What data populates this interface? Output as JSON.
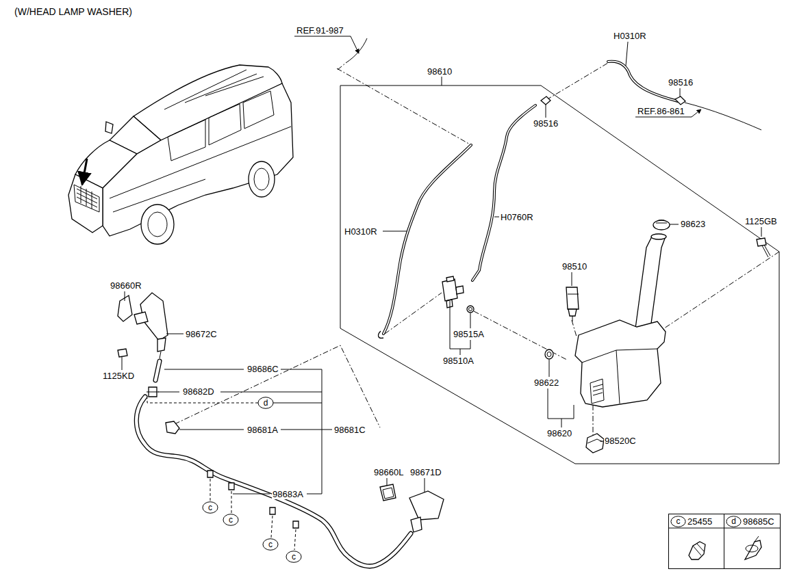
{
  "diagram": {
    "title": "(W/HEAD LAMP WASHER)",
    "nodes": [
      {
        "text": [
          "d"
        ]
      },
      {
        "text": [
          "c"
        ]
      },
      {
        "text": [
          "c"
        ]
      },
      {
        "text": [
          "c"
        ]
      },
      {
        "text": [
          "c"
        ]
      },
      {
        "text": [
          "25455"
        ]
      },
      {
        "text": [
          "c"
        ],
        "in": 5
      },
      {
        "text": [
          "98685C"
        ]
      },
      {
        "text": [
          "d"
        ],
        "in": 7
      }
    ],
    "labels": [
      "REF.91-987",
      "H0310R",
      "98610",
      "98516",
      "REF.86-861",
      "98516",
      "H0310R",
      "H0760R",
      "98623",
      "1125GB",
      "98510",
      "98660R",
      "98515A",
      "98672C",
      "98510A",
      "98686C",
      "1125KD",
      "98622",
      "98682D",
      "98681A",
      "98681C",
      "98620",
      "98520C",
      "98660L",
      "98671D",
      "98683A"
    ]
  }
}
